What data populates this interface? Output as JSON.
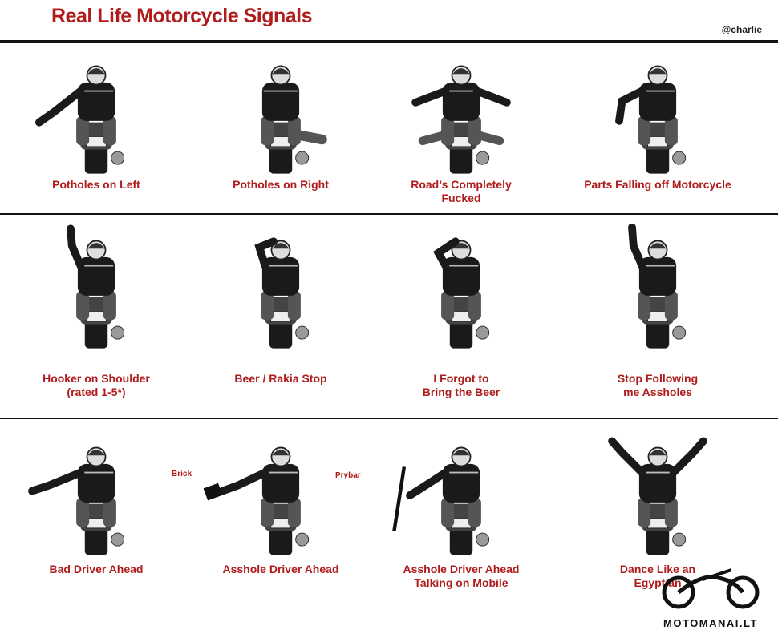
{
  "header": {
    "title": "Real Life Motorcycle Signals",
    "handle": "@charlie"
  },
  "signals": [
    {
      "caption": "Potholes on Left",
      "gesture": "left-arm-point-down"
    },
    {
      "caption": "Potholes on Right",
      "gesture": "right-leg-out"
    },
    {
      "caption": "Road’s Completely\nFucked",
      "gesture": "both-arms-both-legs-out"
    },
    {
      "caption": "Parts Falling off Motorcycle",
      "gesture": "left-arm-hand-down"
    },
    {
      "caption": "Hooker on Shoulder\n(rated 1-5*)",
      "gesture": "left-arm-up-fingers"
    },
    {
      "caption": "Beer / Rakia Stop",
      "gesture": "drinking-motion"
    },
    {
      "caption": "I Forgot to\nBring the Beer",
      "gesture": "hand-on-helmet"
    },
    {
      "caption": "Stop Following\nme Assholes",
      "gesture": "left-arm-up-finger"
    },
    {
      "caption": "Bad Driver Ahead",
      "gesture": "left-arm-out-low"
    },
    {
      "caption": "Asshole Driver Ahead",
      "gesture": "left-arm-with-brick"
    },
    {
      "caption": "Asshole Driver Ahead\nTalking on Mobile",
      "gesture": "left-arm-with-prybar"
    },
    {
      "caption": "Dance Like an\nEgyptian",
      "gesture": "both-arms-up-flat"
    }
  ],
  "annotations": {
    "brick": "Brick",
    "prybar": "Prybar"
  },
  "watermark": {
    "text": "MOTOMANAI.LT"
  },
  "colors": {
    "caption": "#b01c1c",
    "rule": "#111111"
  }
}
